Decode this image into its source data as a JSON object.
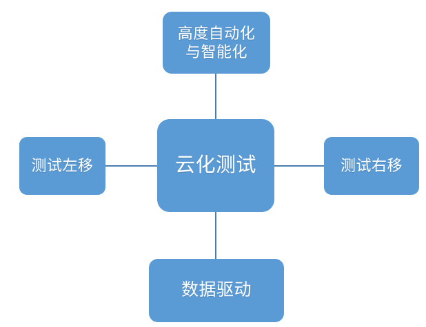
{
  "diagram": {
    "type": "radial-hub-and-spoke",
    "background_color": "#ffffff",
    "node_fill_color": "#5B9BD5",
    "node_text_color": "#ffffff",
    "connector_color": "#4A7EB0",
    "center": {
      "id": "center",
      "label": "云化测试"
    },
    "nodes": [
      {
        "id": "top",
        "label": "高度自动化\n与智能化",
        "position": "top"
      },
      {
        "id": "left",
        "label": "测试左移",
        "position": "left"
      },
      {
        "id": "right",
        "label": "测试右移",
        "position": "right"
      },
      {
        "id": "bottom",
        "label": "数据驱动",
        "position": "bottom"
      }
    ],
    "connectors": [
      {
        "id": "connector-top",
        "from": "center",
        "to": "top",
        "orientation": "vertical"
      },
      {
        "id": "connector-bottom",
        "from": "center",
        "to": "bottom",
        "orientation": "vertical"
      },
      {
        "id": "connector-left",
        "from": "center",
        "to": "left",
        "orientation": "horizontal"
      },
      {
        "id": "connector-right",
        "from": "center",
        "to": "right",
        "orientation": "horizontal"
      }
    ]
  }
}
